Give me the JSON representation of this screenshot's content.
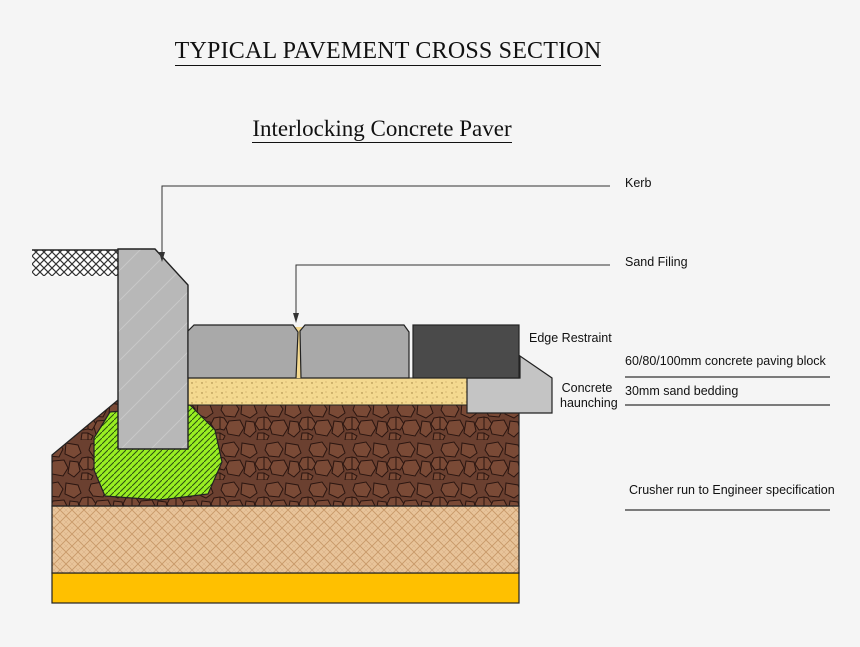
{
  "title": "TYPICAL PAVEMENT CROSS SECTION",
  "subtitle": "Interlocking Concrete Paver",
  "labels": {
    "kerb": "Kerb",
    "sand_filing": "Sand Filing",
    "edge_restraint": "Edge Restraint",
    "concrete_haunching_line1": "Concrete",
    "concrete_haunching_line2": "haunching",
    "paving_block": "60/80/100mm concrete paving block",
    "sand_bedding": "30mm sand bedding",
    "crusher_run": "Crusher run to Engineer specification"
  },
  "colors": {
    "background": "#f5f5f5",
    "paver": "#a9a9a9",
    "edge_restraint": "#4a4a4a",
    "kerb": "#b8b8b8",
    "sand": "#f4d98f",
    "haunching": "#c4c4c4",
    "crusher_run": "#6b4030",
    "subbase": "#e8c49a",
    "base_yellow": "#ffc000",
    "lime_backfill": "#99ee22"
  }
}
